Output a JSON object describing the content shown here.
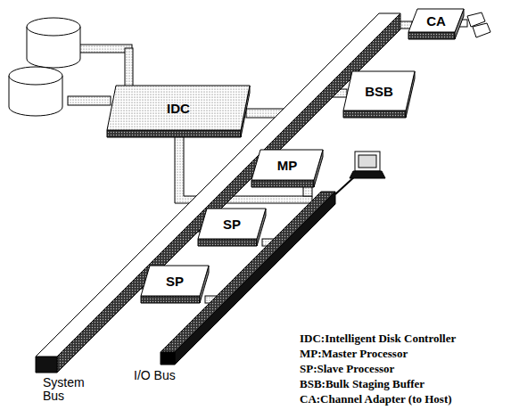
{
  "diagram": {
    "nodes": [
      {
        "text": [
          "CA"
        ]
      },
      {
        "text": [
          "IDC"
        ]
      },
      {
        "text": [
          "BSB"
        ]
      },
      {
        "text": [
          "MP"
        ]
      },
      {
        "text": [
          "SP"
        ]
      },
      {
        "text": [
          "SP"
        ]
      }
    ],
    "labels": [
      "System Bus",
      "I/O Bus",
      "IDC:Intelligent Disk Controller",
      "MP:Master Processor",
      "SP:Slave Processor",
      "BSB:Bulk Staging Buffer",
      "CA:Channel Adapter (to Host)"
    ]
  }
}
